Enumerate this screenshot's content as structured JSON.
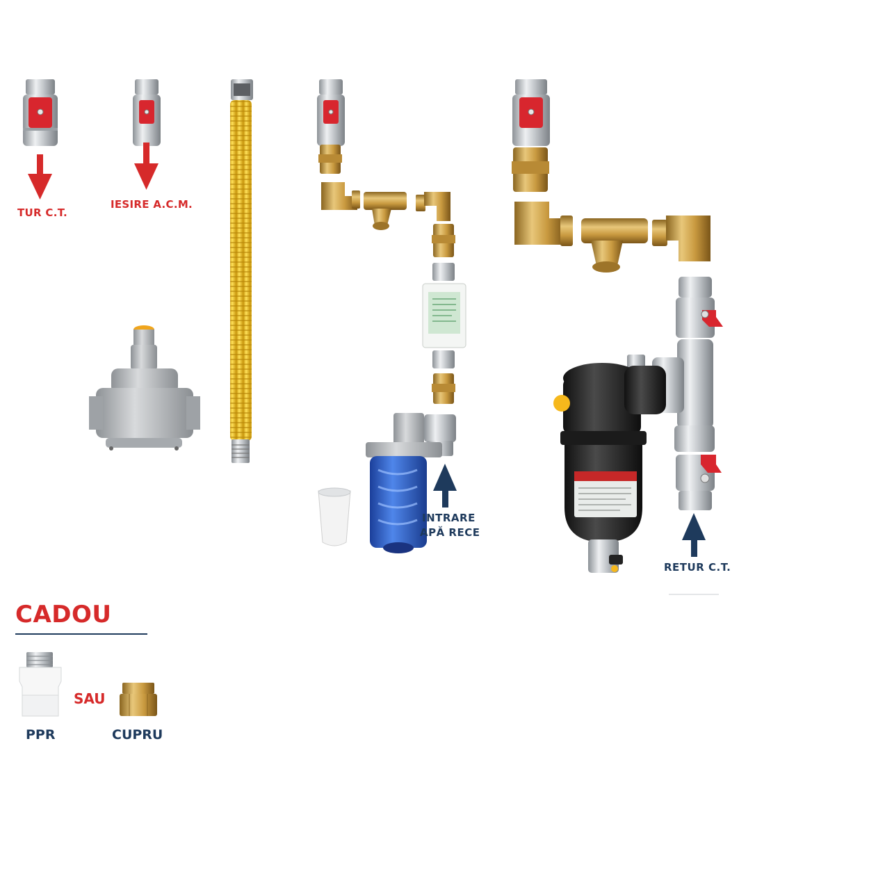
{
  "labels": {
    "tur": "TUR C.T.",
    "iesire": "IESIRE A.C.M.",
    "intrare_line1": "INTRARE",
    "intrare_line2": "APĂ RECE",
    "retur": "RETUR C.T."
  },
  "gift": {
    "heading": "CADOU",
    "option_a": "PPR",
    "separator": "SAU",
    "option_b": "CUPRU"
  },
  "colors": {
    "red_accent": "#d62a2a",
    "navy": "#1e3a5c",
    "brass": "#c9a04a",
    "yellow_hose": "#f1c21b",
    "chrome": "#c9cdd1",
    "valve_red": "#d8262e",
    "filter_black": "#2a2a2a",
    "filter_blue": "#2b5fc9"
  },
  "icons": [
    "ball-valve-icon",
    "arrow-down-icon",
    "arrow-up-icon",
    "flexible-hose-icon",
    "pressure-regulator-icon",
    "brass-nipple-icon",
    "brass-elbow-icon",
    "y-strainer-icon",
    "magnetic-dosing-unit-icon",
    "polyphosphate-filter-icon",
    "refill-cup-icon",
    "magnetic-dirt-separator-icon",
    "tee-fitting-icon",
    "ppr-adapter-icon",
    "copper-adapter-icon"
  ]
}
